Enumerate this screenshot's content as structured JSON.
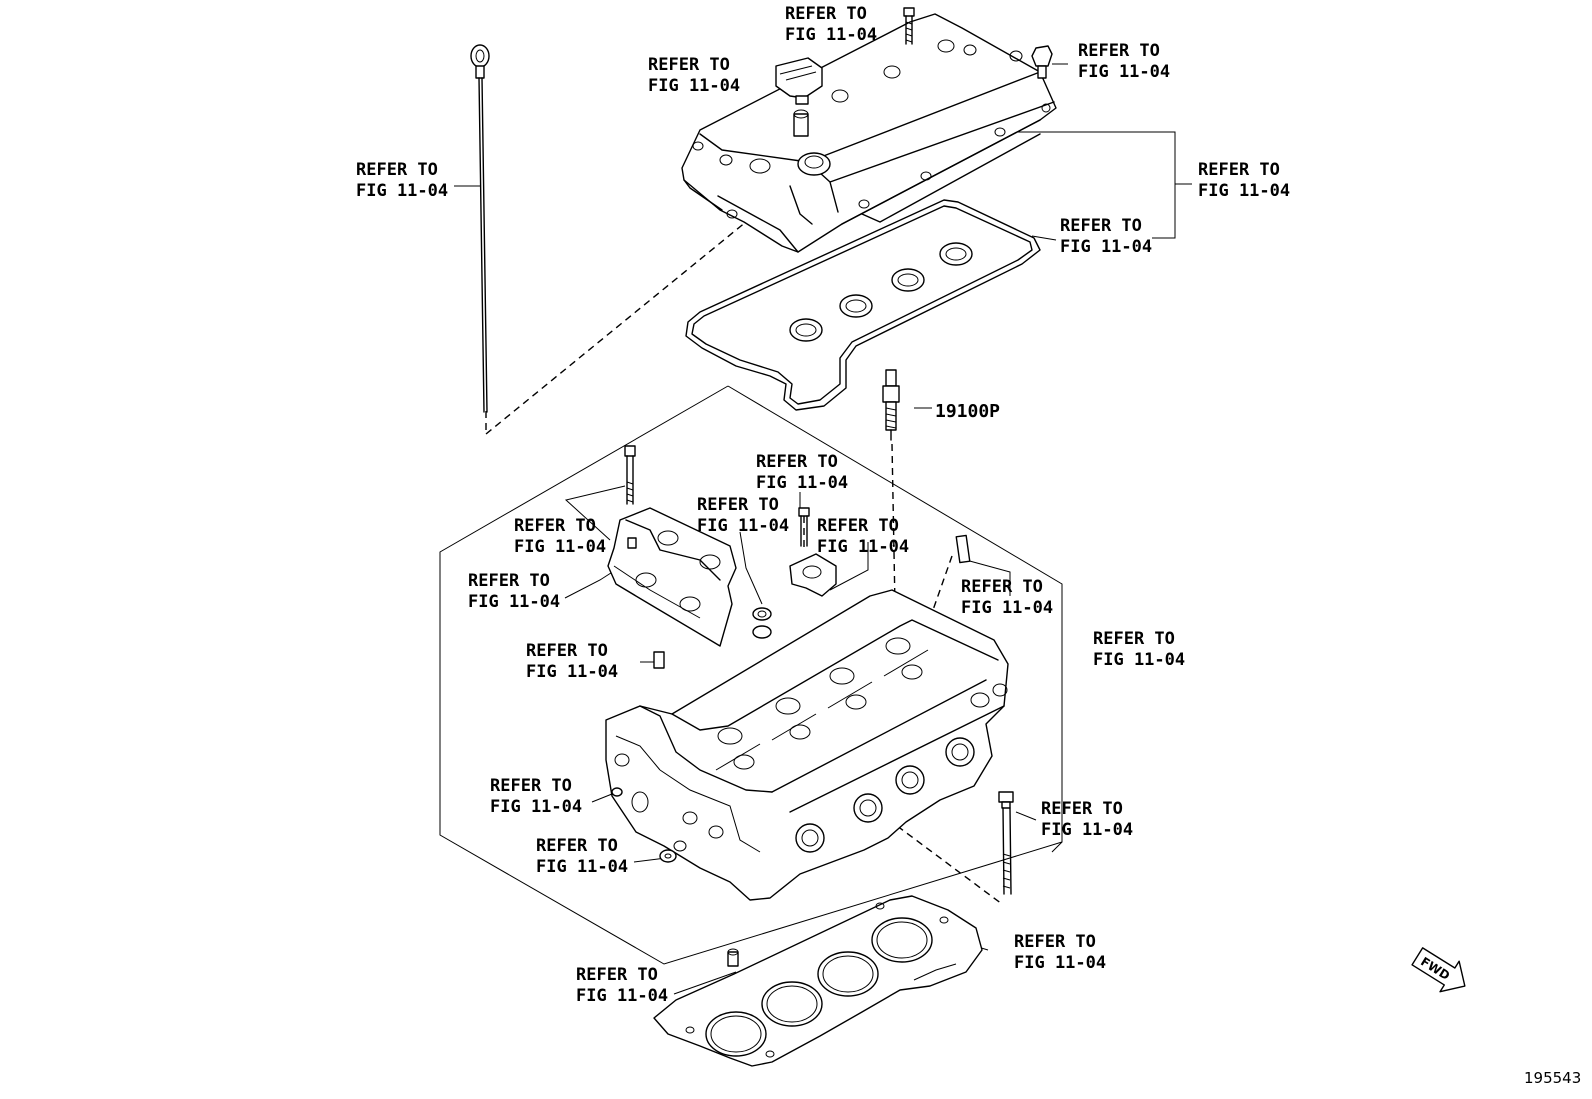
{
  "refer": {
    "line1": "REFER TO",
    "line2": "FIG 11-04"
  },
  "parts": {
    "spark_plug": "19100P"
  },
  "fwd_arrow": {
    "text": "FWD"
  },
  "illustration_id": "195543"
}
